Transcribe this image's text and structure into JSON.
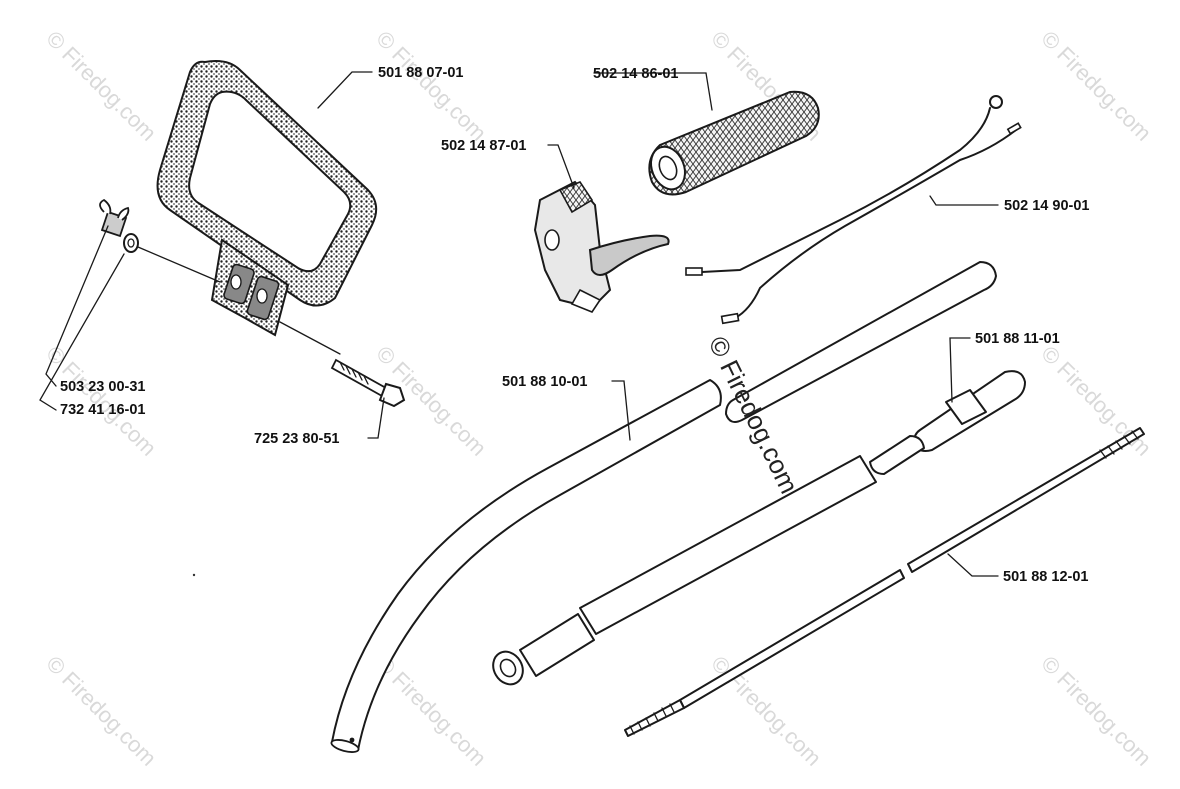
{
  "diagram": {
    "parts": [
      {
        "id": "p1",
        "label": "501 88 07-01"
      },
      {
        "id": "p2",
        "label": "502 14 86-01"
      },
      {
        "id": "p3",
        "label": "502 14 87-01"
      },
      {
        "id": "p4",
        "label": "502 14 90-01"
      },
      {
        "id": "p5",
        "label": "503 23 00-31"
      },
      {
        "id": "p6",
        "label": "732 41 16-01"
      },
      {
        "id": "p7",
        "label": "725 23 80-51"
      },
      {
        "id": "p8",
        "label": "501 88 10-01"
      },
      {
        "id": "p9",
        "label": "501 88 11-01"
      },
      {
        "id": "p10",
        "label": "501 88 12-01"
      }
    ],
    "watermark": "© Firedog.com",
    "center_watermark": "© Firedog.com"
  },
  "colors": {
    "ink": "#1a1a1a",
    "watermark": "#d9d9d9",
    "background": "#ffffff"
  }
}
